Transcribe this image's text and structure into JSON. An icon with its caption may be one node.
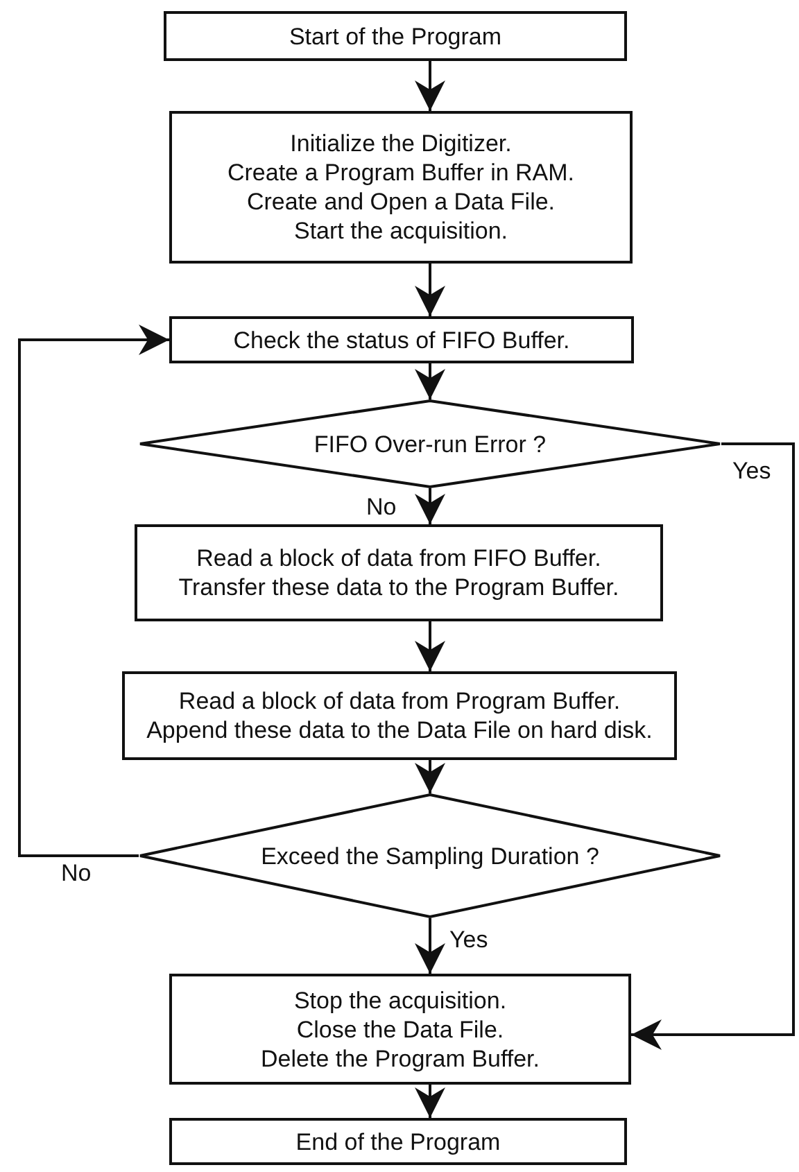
{
  "diagram": {
    "nodes": [
      {
        "text": [
          "Start of the Program"
        ]
      },
      {
        "text": [
          "Initialize the Digitizer. Create a Program Buffer in RAM. Create and Open a Data File. Start the acquisition."
        ]
      },
      {
        "text": [
          "Check the status of FIFO Buffer."
        ]
      },
      {
        "text": [
          "FIFO Over-run Error ?"
        ]
      },
      {
        "text": [
          "Read a block of data from FIFO Buffer. Transfer these data to the Program Buffer."
        ]
      },
      {
        "text": [
          "Read a block of data from Program Buffer. Append these data to the Data File on hard disk."
        ]
      },
      {
        "text": [
          "Exceed the Sampling Duration ?"
        ]
      },
      {
        "text": [
          "Stop the acquisition. Close the Data File. Delete the Program Buffer."
        ]
      },
      {
        "text": [
          "End of the Program"
        ]
      }
    ],
    "edges": [
      {
        "from": 0,
        "to": 1,
        "arrow": "to"
      },
      {
        "from": 1,
        "to": 2,
        "arrow": "to"
      },
      {
        "from": 2,
        "to": 3,
        "arrow": "to"
      },
      {
        "from": 3,
        "to": 4,
        "arrow": "to",
        "label": "No"
      },
      {
        "from": 4,
        "to": 5,
        "arrow": "to"
      },
      {
        "from": 5,
        "to": 6,
        "arrow": "to"
      },
      {
        "from": 6,
        "to": 7,
        "arrow": "to",
        "label": "Yes"
      },
      {
        "from": 7,
        "to": 8,
        "arrow": "to"
      },
      {
        "from": 6,
        "to": 2,
        "arrow": "to",
        "label": "No"
      },
      {
        "from": 3,
        "to": 7,
        "arrow": "to",
        "label": "Yes"
      }
    ]
  }
}
